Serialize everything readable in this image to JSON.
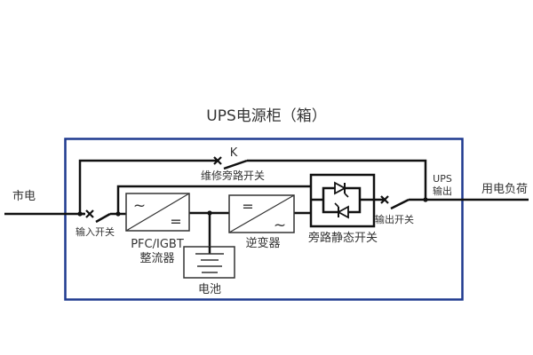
{
  "title": "UPS电源柜（箱）",
  "colors": {
    "cabinet_border": "#1f3a8f",
    "wire": "#111111",
    "text": "#333333"
  },
  "labels": {
    "mains": "市电",
    "load": "用电负荷",
    "input_switch": "输入开关",
    "maintenance_switch_k": "K",
    "maintenance_bypass_switch": "维修旁路开关",
    "rectifier_line1": "PFC/IGBT",
    "rectifier_line2": "整流器",
    "battery": "电池",
    "inverter": "逆变器",
    "static_bypass_switch": "旁路静态开关",
    "output_switch": "输出开关",
    "ups_output_line1": "UPS",
    "ups_output_line2": "输出"
  },
  "symbols": {
    "rectifier_ac": "~",
    "rectifier_dc": "=",
    "inverter_dc": "=",
    "inverter_ac": "~"
  }
}
